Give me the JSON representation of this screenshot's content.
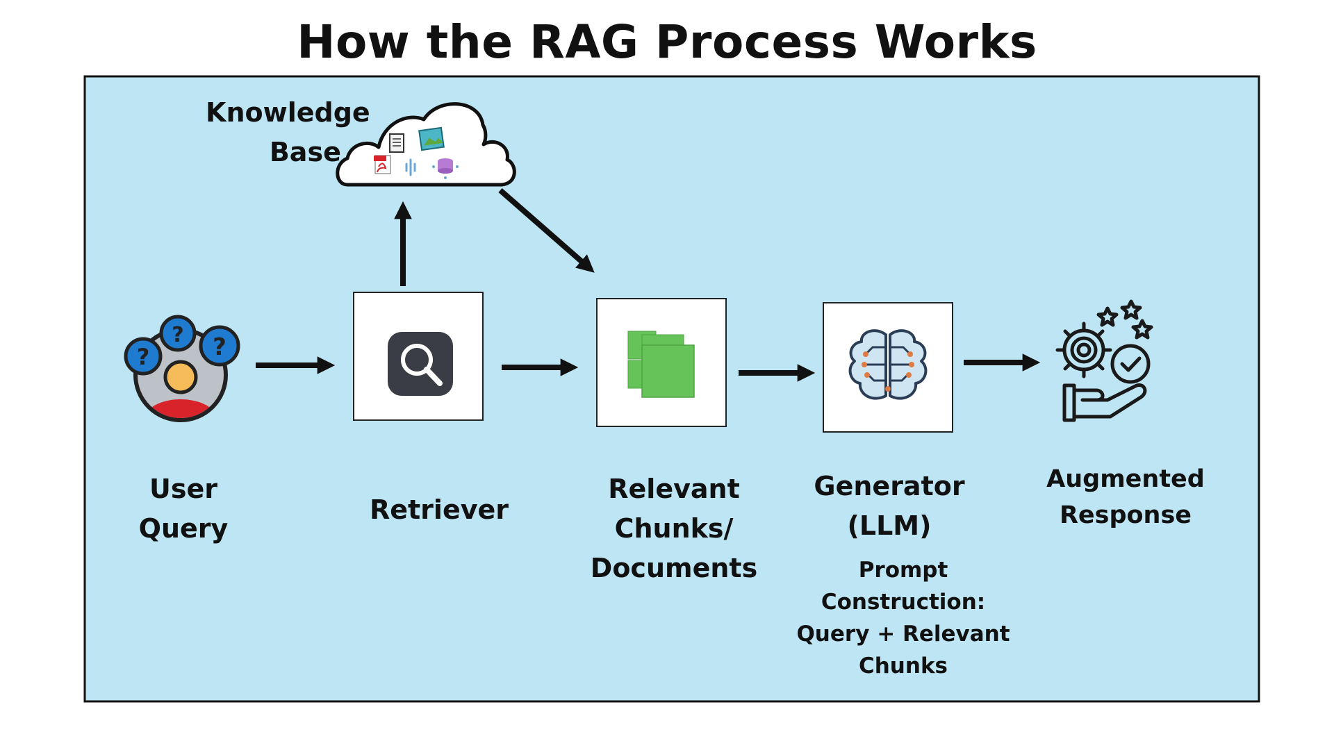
{
  "title": "How the RAG Process Works",
  "knowledge_base": {
    "lines": [
      "Knowledge",
      "Base"
    ]
  },
  "steps": {
    "user_query": {
      "lines": [
        "User",
        "Query"
      ]
    },
    "retriever": {
      "lines": [
        "Retriever"
      ]
    },
    "relevant_chunks": {
      "lines": [
        "Relevant",
        "Chunks/",
        "Documents"
      ]
    },
    "generator": {
      "lines": [
        "Generator",
        "(LLM)"
      ]
    },
    "augmented_response": {
      "lines": [
        "Augmented",
        "Response"
      ]
    }
  },
  "prompt_construction": {
    "lines": [
      "Prompt",
      "Construction:",
      "Query + Relevant",
      "Chunks"
    ]
  },
  "icons": {
    "user": "user-question-icon",
    "retriever": "magnifier-icon",
    "chunks": "documents-stack-icon",
    "generator": "brain-icon",
    "response": "hand-gear-check-icon",
    "cloud": "cloud-database-icon"
  },
  "colors": {
    "panel": "#bee5f3",
    "chunk_green": "#66c35a",
    "question_blue": "#1f7bd0",
    "person_skin": "#f7bc5a",
    "person_shirt": "#d8232a",
    "retriever_dark": "#3a3d45"
  }
}
